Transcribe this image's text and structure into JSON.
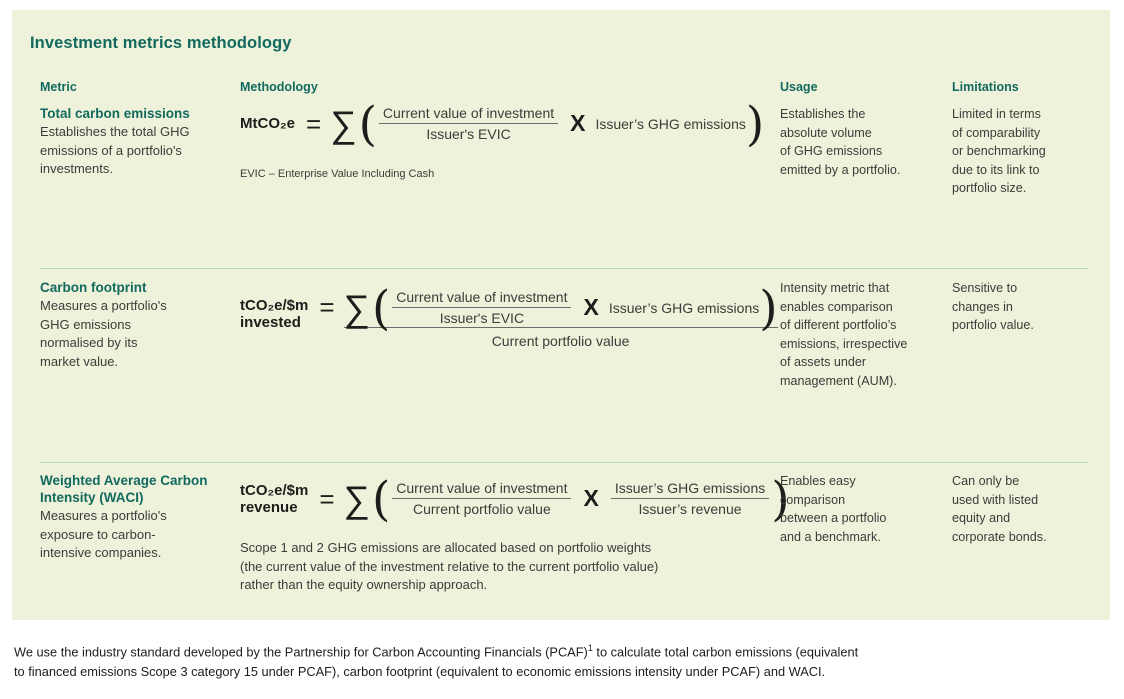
{
  "panel": {
    "title": "Investment metrics methodology",
    "background_color": "#eef2da",
    "accent_color": "#12695e",
    "divider_color": "#b9d2bd"
  },
  "columns": {
    "metric": "Metric",
    "methodology": "Methodology",
    "usage": "Usage",
    "limitations": "Limitations"
  },
  "rows": [
    {
      "metric_title": "Total carbon emissions",
      "metric_desc": "Establishes the total GHG\nemissions of a portfolio's\ninvestments.",
      "formula": {
        "lhs": "MtCO₂e",
        "equals": "=",
        "sigma": "∑",
        "open_paren": "(",
        "close_paren": ")",
        "fraction_numerator": "Current value of investment",
        "fraction_denominator": "Issuer's EVIC",
        "times": "X",
        "right_term": "Issuer’s GHG emissions"
      },
      "note": "EVIC – Enterprise Value Including Cash",
      "usage": "Establishes the\nabsolute volume\nof GHG emissions\nemitted by a portfolio.",
      "limitations": "Limited in terms\nof comparability\nor benchmarking\ndue to its link to\nportfolio size."
    },
    {
      "metric_title": "Carbon footprint",
      "metric_desc": "Measures a portfolio's\nGHG emissions\nnormalised by its\nmarket value.",
      "formula": {
        "lhs": "tCO₂e/$m\ninvested",
        "equals": "=",
        "sigma": "∑",
        "open_paren": "(",
        "close_paren": ")",
        "fraction_numerator": "Current value of investment",
        "fraction_denominator": "Issuer's EVIC",
        "times": "X",
        "right_term": "Issuer’s GHG emissions",
        "outer_denominator": "Current portfolio value"
      },
      "usage": "Intensity metric that\nenables comparison\nof different portfolio’s\nemissions, irrespective\nof assets under\nmanagement (AUM).",
      "limitations": "Sensitive to\nchanges in\nportfolio value."
    },
    {
      "metric_title": "Weighted Average\nCarbon Intensity (WACI)",
      "metric_desc": "Measures a portfolio's\nexposure to carbon-\nintensive companies.",
      "formula": {
        "lhs": "tCO₂e/$m\nrevenue",
        "equals": "=",
        "sigma": "∑",
        "open_paren": "(",
        "close_paren": ")",
        "fraction_numerator": "Current value of investment",
        "fraction_denominator": "Current portfolio value",
        "times": "X",
        "right_fraction_numerator": "Issuer’s GHG emissions",
        "right_fraction_denominator": "Issuer’s revenue"
      },
      "scope_note": "Scope 1 and 2 GHG emissions are allocated based on portfolio weights\n(the current value of the investment relative to the current portfolio value)\nrather than the equity ownership approach.",
      "usage": "Enables easy\ncomparison\nbetween a portfolio\nand a benchmark.",
      "limitations": "Can only be\nused with listed\nequity and\ncorporate bonds."
    }
  ],
  "footnote": {
    "part1": "We use the industry standard developed by the Partnership for Carbon Accounting Financials (PCAF)",
    "superscript": "1",
    "part2": " to calculate total carbon emissions (equivalent\nto financed emissions Scope 3 category 15 under PCAF), carbon footprint (equivalent to economic emissions intensity under PCAF) and WACI."
  }
}
